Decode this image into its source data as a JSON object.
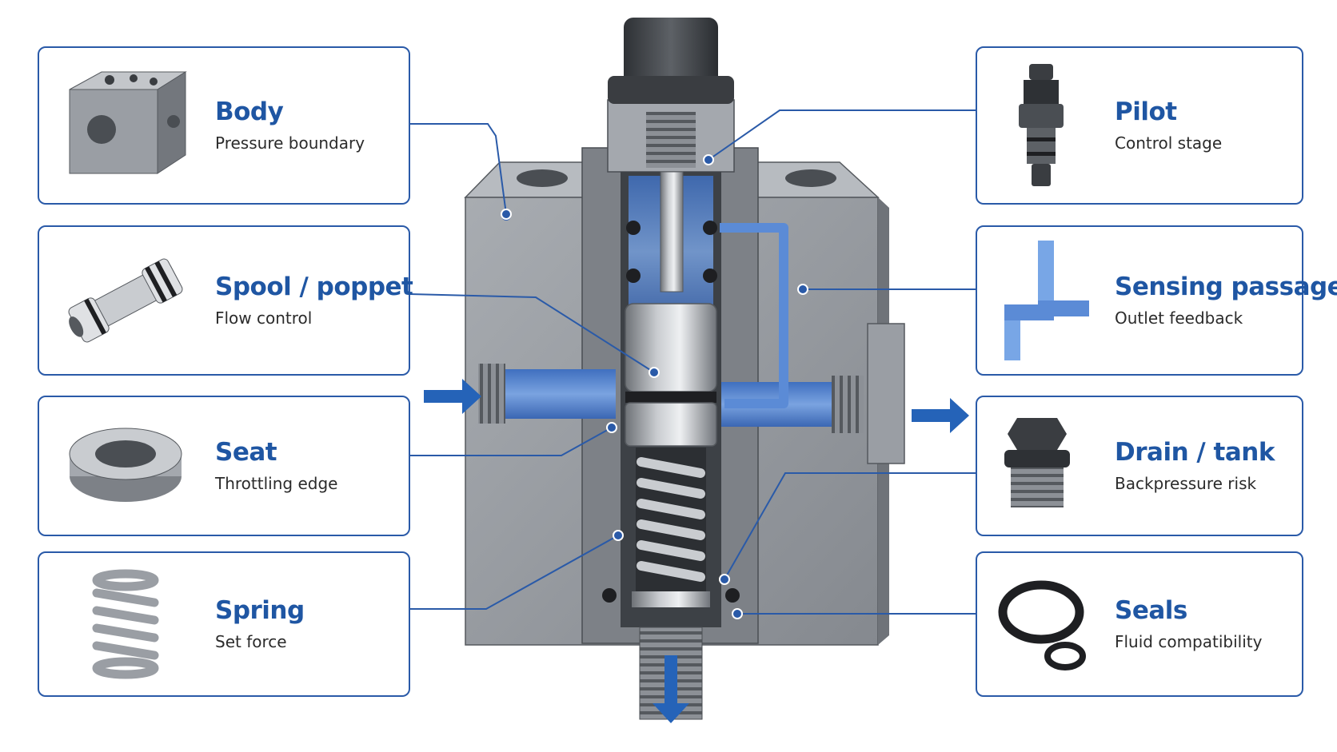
{
  "callouts_left": [
    {
      "name": "Body",
      "desc": "Pressure boundary"
    },
    {
      "name": "Spool / poppet",
      "desc": "Flow control"
    },
    {
      "name": "Seat",
      "desc": "Throttling edge"
    },
    {
      "name": "Spring",
      "desc": "Set force"
    }
  ],
  "callouts_right": [
    {
      "name": "Pilot",
      "desc": "Control stage"
    },
    {
      "name": "Sensing passage",
      "desc": "Outlet feedback"
    },
    {
      "name": "Drain / tank",
      "desc": "Backpressure risk"
    },
    {
      "name": "Seals",
      "desc": "Fluid compatibility"
    }
  ],
  "icons": {
    "body": "valve-body-block-icon",
    "spool": "spool-poppet-icon",
    "seat": "seat-ring-icon",
    "spring": "coil-spring-icon",
    "pilot": "pilot-cartridge-icon",
    "sensing": "sensing-passage-icon",
    "drain": "drain-plug-icon",
    "seals": "o-ring-seals-icon"
  },
  "colors": {
    "accent": "#1f56a3",
    "border": "#2a5aa8",
    "fluid": "#4f7fc9",
    "steel": "#9a9ea4",
    "text": "#2b2b2b"
  }
}
